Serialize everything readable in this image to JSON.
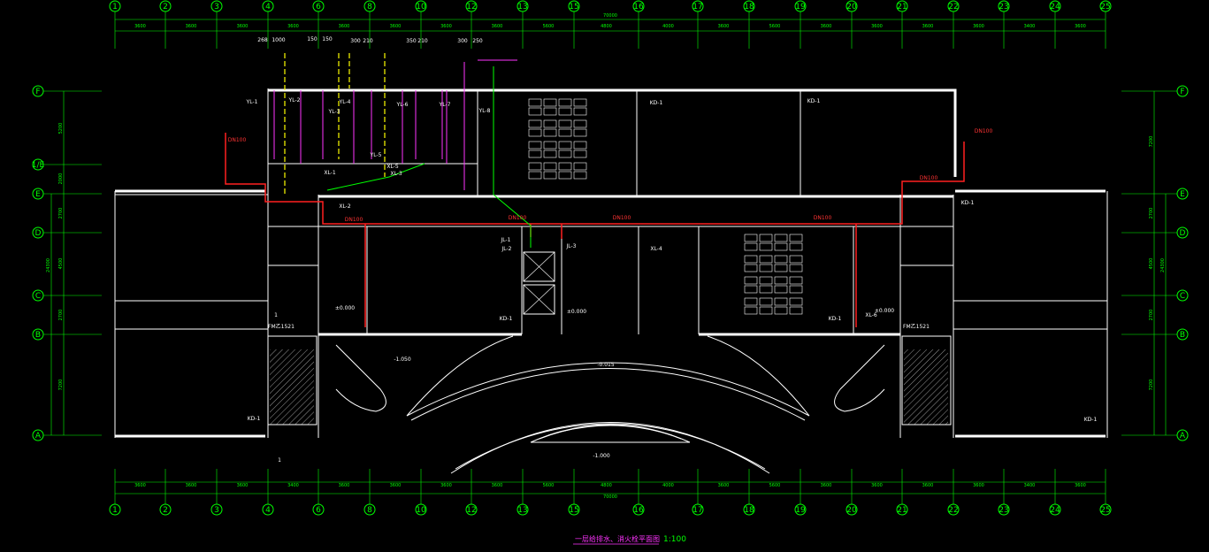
{
  "title": "一层给排水、消火栓平面图",
  "scale": "1:100",
  "axes_top": [
    "1",
    "2",
    "3",
    "4",
    "6",
    "8",
    "10",
    "12",
    "13",
    "15",
    "16",
    "17",
    "18",
    "19",
    "20",
    "21",
    "22",
    "23",
    "24",
    "25"
  ],
  "axes_bottom": [
    "1",
    "2",
    "3",
    "4",
    "6",
    "8",
    "10",
    "12",
    "13",
    "15",
    "16",
    "17",
    "18",
    "19",
    "20",
    "21",
    "22",
    "23",
    "24",
    "25"
  ],
  "axes_rows": [
    "F",
    "1/E",
    "E",
    "D",
    "C",
    "B",
    "A"
  ],
  "dims_top": [
    "3600",
    "3600",
    "3600",
    "3600",
    "3600",
    "3600",
    "3600",
    "3600",
    "5600",
    "4800",
    "4000",
    "3600",
    "5600",
    "3600",
    "3600",
    "3600",
    "3600",
    "3400",
    "3600"
  ],
  "dims_bottom": [
    "3600",
    "3600",
    "3600",
    "3400",
    "3600",
    "3600",
    "3600",
    "3600",
    "5600",
    "4800",
    "4000",
    "3600",
    "5600",
    "3600",
    "3600",
    "3600",
    "3600",
    "3400",
    "3600"
  ],
  "total_dim": "70000",
  "left_dims": [
    "5200",
    "2000",
    "2700",
    "4500",
    "2700",
    "7200"
  ],
  "left_total": "24300",
  "right_dims": [
    "7200",
    "2700",
    "4500",
    "2700",
    "7200"
  ],
  "right_total": "24300",
  "pipe_labels": [
    "DN100",
    "DN100",
    "DN100",
    "DN100",
    "DN100",
    "DN100",
    "DN100"
  ],
  "riser_labels": [
    "YL-1",
    "YL-2",
    "YL-3",
    "YL-4",
    "YL-5",
    "YL-6",
    "YL-7",
    "YL-8",
    "XL-1",
    "XL-2",
    "XL-3",
    "XL-4",
    "XL-5",
    "XL-6",
    "JL-1",
    "JL-2",
    "JL-3"
  ],
  "elevations": [
    "±0.000",
    "±0.000",
    "±0.000",
    "-1.050",
    "-0.015",
    "-1.000"
  ],
  "top_dims_small": [
    "268",
    "1000",
    "150",
    "150",
    "300",
    "210",
    "350",
    "210",
    "300",
    "250"
  ],
  "misc": [
    "KD-1",
    "KD-1",
    "KD-1",
    "KD-1",
    "KD-1",
    "KD-1",
    "KD-1",
    "FM乙1521",
    "FM乙1521",
    "1",
    "1"
  ]
}
